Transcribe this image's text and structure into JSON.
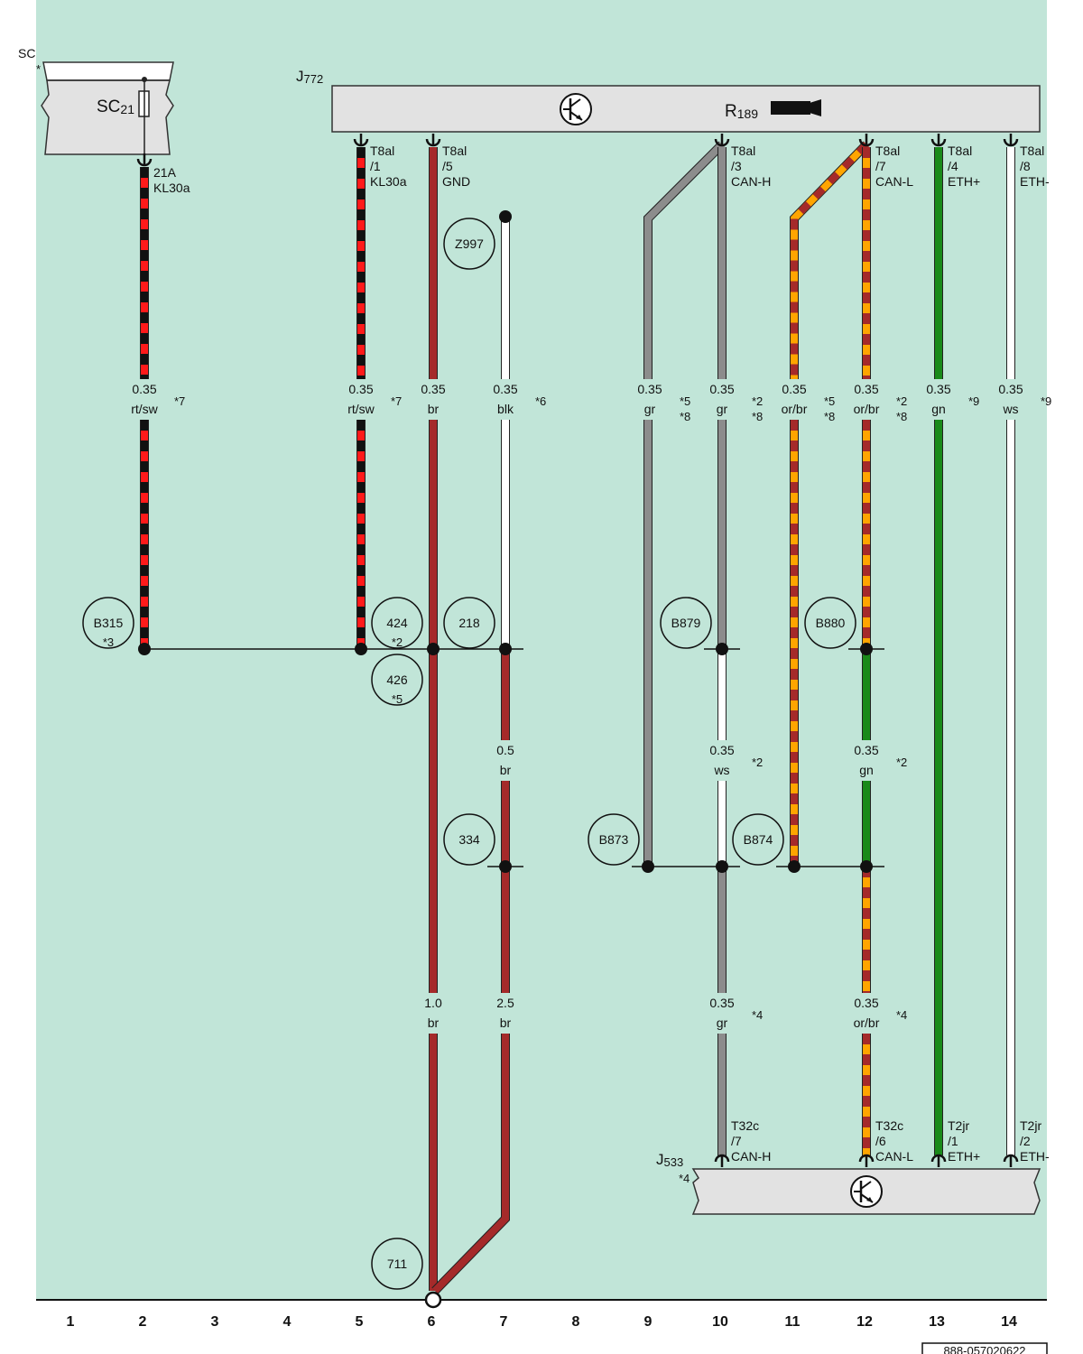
{
  "components": {
    "sc_box": {
      "label": "SC",
      "star": "*",
      "fuse_prefix": "SC",
      "fuse_sub": "21"
    },
    "j772": {
      "prefix": "J",
      "sub": "772",
      "r_prefix": "R",
      "r_sub": "189"
    },
    "j533": {
      "prefix": "J",
      "sub": "533",
      "note": "*4"
    }
  },
  "connectors": [
    {
      "id": "sc-pin",
      "l1": "21A",
      "l2": "KL30a",
      "l3": ""
    },
    {
      "id": "j772-pin1",
      "l1": "T8al",
      "l2": "/1",
      "l3": "KL30a"
    },
    {
      "id": "j772-pin5",
      "l1": "T8al",
      "l2": "/5",
      "l3": "GND"
    },
    {
      "id": "j772-pin3",
      "l1": "T8al",
      "l2": "/3",
      "l3": "CAN-H"
    },
    {
      "id": "j772-pin7",
      "l1": "T8al",
      "l2": "/7",
      "l3": "CAN-L"
    },
    {
      "id": "j772-pin4",
      "l1": "T8al",
      "l2": "/4",
      "l3": "ETH+"
    },
    {
      "id": "j772-pin8",
      "l1": "T8al",
      "l2": "/8",
      "l3": "ETH-"
    },
    {
      "id": "j533-pin7",
      "l1": "T32c",
      "l2": "/7",
      "l3": "CAN-H"
    },
    {
      "id": "j533-pin6",
      "l1": "T32c",
      "l2": "/6",
      "l3": "CAN-L"
    },
    {
      "id": "j533-pin1",
      "l1": "T2jr",
      "l2": "/1",
      "l3": "ETH+"
    },
    {
      "id": "j533-pin2",
      "l1": "T2jr",
      "l2": "/2",
      "l3": "ETH-"
    }
  ],
  "wire_labels": [
    {
      "id": "w1",
      "size": "0.35",
      "color": "rt/sw",
      "note1": "*7",
      "note2": ""
    },
    {
      "id": "w2",
      "size": "0.35",
      "color": "rt/sw",
      "note1": "*7",
      "note2": ""
    },
    {
      "id": "w3",
      "size": "0.35",
      "color": "br",
      "note1": "",
      "note2": ""
    },
    {
      "id": "w4",
      "size": "0.35",
      "color": "blk",
      "note1": "*6",
      "note2": ""
    },
    {
      "id": "w5",
      "size": "0.35",
      "color": "gr",
      "note1": "*5",
      "note2": "*8"
    },
    {
      "id": "w6",
      "size": "0.35",
      "color": "gr",
      "note1": "*2",
      "note2": "*8"
    },
    {
      "id": "w7",
      "size": "0.35",
      "color": "or/br",
      "note1": "*5",
      "note2": "*8"
    },
    {
      "id": "w8",
      "size": "0.35",
      "color": "or/br",
      "note1": "*2",
      "note2": "*8"
    },
    {
      "id": "w9",
      "size": "0.35",
      "color": "gn",
      "note1": "*9",
      "note2": ""
    },
    {
      "id": "w10",
      "size": "0.35",
      "color": "ws",
      "note1": "*9",
      "note2": ""
    },
    {
      "id": "w11",
      "size": "0.5",
      "color": "br",
      "note1": "",
      "note2": ""
    },
    {
      "id": "w12",
      "size": "0.35",
      "color": "ws",
      "note1": "*2",
      "note2": ""
    },
    {
      "id": "w13",
      "size": "0.35",
      "color": "gn",
      "note1": "*2",
      "note2": ""
    },
    {
      "id": "w14",
      "size": "1.0",
      "color": "br",
      "note1": "",
      "note2": ""
    },
    {
      "id": "w15",
      "size": "2.5",
      "color": "br",
      "note1": "",
      "note2": ""
    },
    {
      "id": "w16",
      "size": "0.35",
      "color": "gr",
      "note1": "*4",
      "note2": ""
    },
    {
      "id": "w17",
      "size": "0.35",
      "color": "or/br",
      "note1": "*4",
      "note2": ""
    }
  ],
  "circles": [
    {
      "id": "Z997",
      "l1": "Z997",
      "l2": ""
    },
    {
      "id": "B315",
      "l1": "B315",
      "l2": "*3"
    },
    {
      "id": "424",
      "l1": "424",
      "l2": "*2"
    },
    {
      "id": "426",
      "l1": "426",
      "l2": "*5"
    },
    {
      "id": "218",
      "l1": "218",
      "l2": ""
    },
    {
      "id": "B879",
      "l1": "B879",
      "l2": ""
    },
    {
      "id": "B880",
      "l1": "B880",
      "l2": ""
    },
    {
      "id": "334",
      "l1": "334",
      "l2": ""
    },
    {
      "id": "B873",
      "l1": "B873",
      "l2": ""
    },
    {
      "id": "B874",
      "l1": "B874",
      "l2": ""
    },
    {
      "id": "711",
      "l1": "711",
      "l2": ""
    }
  ],
  "footer_numbers": [
    "1",
    "2",
    "3",
    "4",
    "5",
    "6",
    "7",
    "8",
    "9",
    "10",
    "11",
    "12",
    "13",
    "14"
  ],
  "doc_id": "888-057020622",
  "colors": {
    "background": "#c1e5d8",
    "red": "#ff1a1a",
    "black": "#111111",
    "brown": "#a52a2a",
    "gray": "#8c8c8c",
    "orange": "#ffa500",
    "green": "#1a8a1a",
    "white": "#ffffff",
    "module": "#e2e2e2"
  }
}
